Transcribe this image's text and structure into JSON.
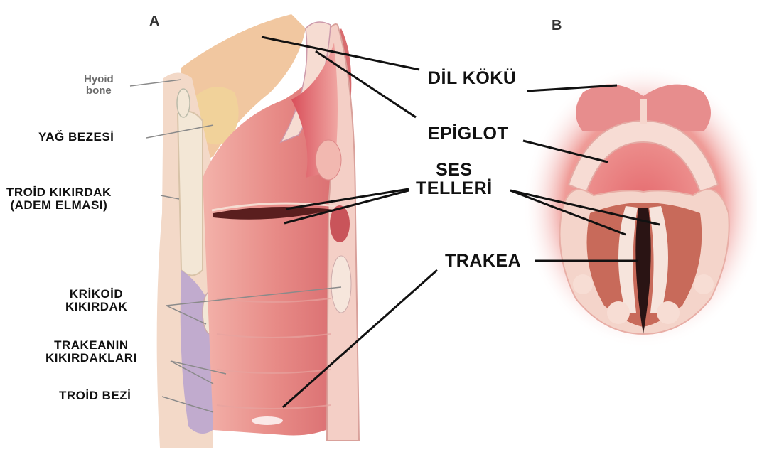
{
  "panels": {
    "a": "A",
    "b": "B"
  },
  "labels": {
    "hyoid_line1": "Hyoid",
    "hyoid_line2": "bone",
    "yag_bezesi": "YAĞ BEZESİ",
    "troid_kikirdak_line1": "TROİD KIKIRDAK",
    "troid_kikirdak_line2": "(ADEM ELMASI)",
    "krikoid_line1": "KRİKOİD",
    "krikoid_line2": "KIKIRDAK",
    "trakeanin_line1": "TRAKEANIN",
    "trakeanin_line2": "KIKIRDAKLARI",
    "troid_bezi": "TROİD BEZİ",
    "dil_koku": "DİL KÖKÜ",
    "epiglot": "EPİGLOT",
    "ses_line1": "SES",
    "ses_line2": "TELLERİ",
    "trakea": "TRAKEA"
  },
  "colors": {
    "tissue_pink": "#e98f8f",
    "tissue_deep": "#c8575b",
    "tissue_light": "#f6c9bf",
    "cartilage": "#f3e7d6",
    "fat_yellow": "#f1d29a",
    "gland_purple": "#b7a2cf",
    "leader_line": "#111111"
  }
}
